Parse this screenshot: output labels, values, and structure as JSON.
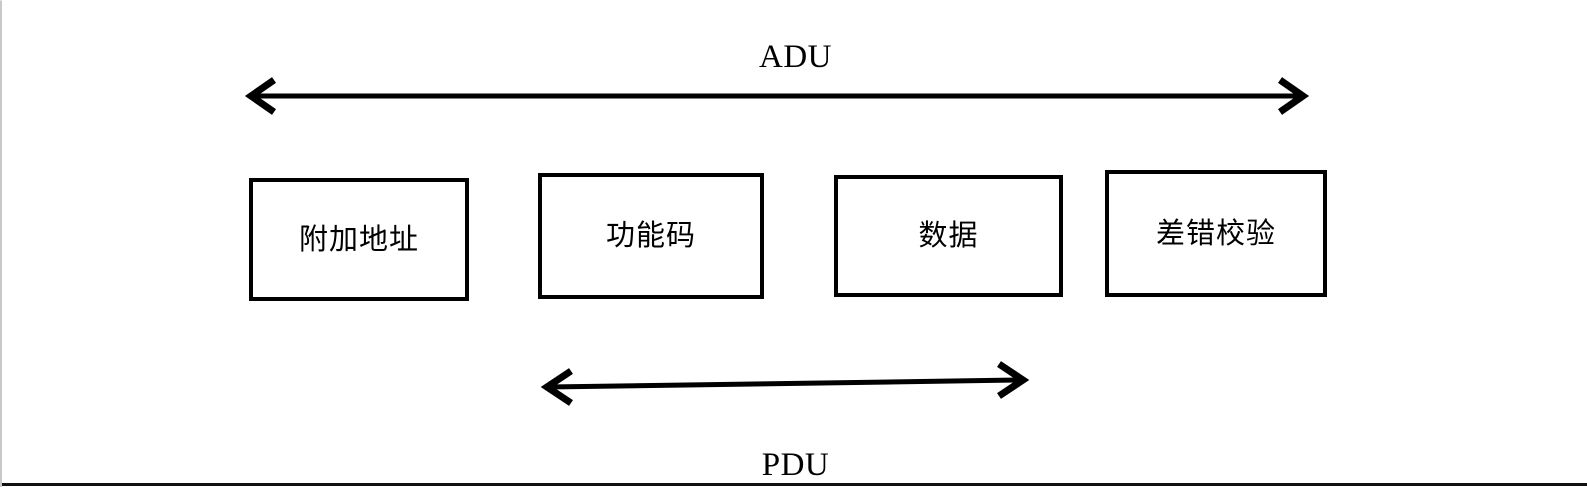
{
  "diagram": {
    "title_top": "ADU",
    "title_bottom": "PDU",
    "fields": [
      {
        "label": "附加地址"
      },
      {
        "label": "功能码"
      },
      {
        "label": "数据"
      },
      {
        "label": "差错校验"
      }
    ],
    "arrows": {
      "adu": {
        "name": "ADU span arrow",
        "style": "double-headed"
      },
      "pdu": {
        "name": "PDU span arrow",
        "style": "double-headed"
      }
    },
    "colors": {
      "stroke": "#000000",
      "background": "#ffffff",
      "frame": "#c8c8c8"
    }
  }
}
